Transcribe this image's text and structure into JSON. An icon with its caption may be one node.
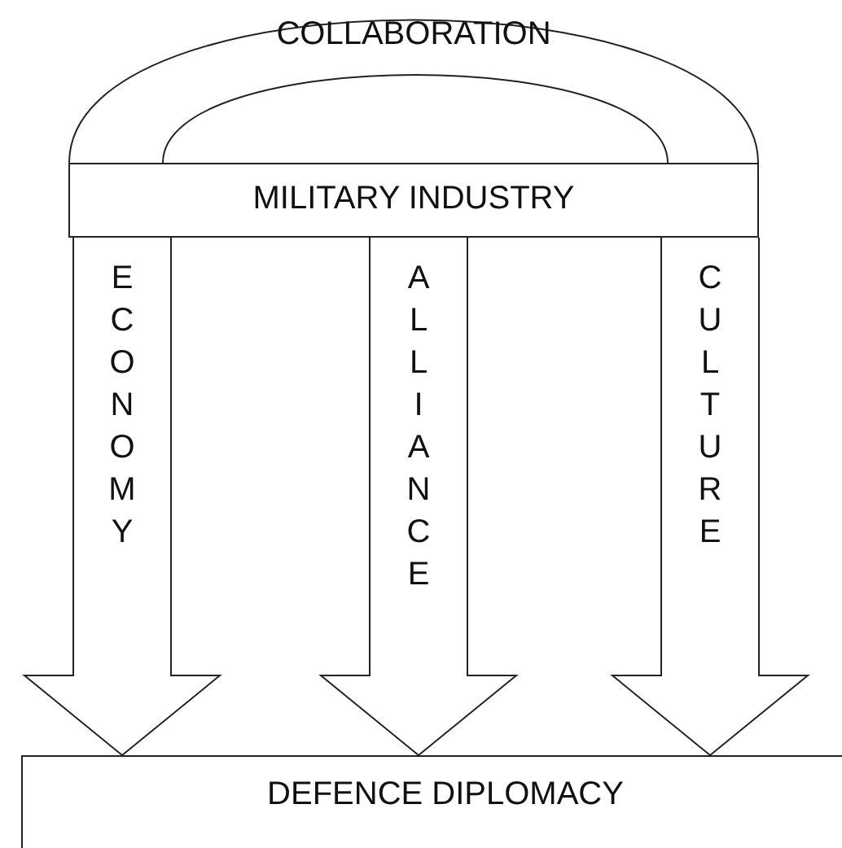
{
  "diagram": {
    "nodes": [
      {
        "text": [
          "COLLABORATION"
        ]
      },
      {
        "text": [
          "MILITARY INDUSTRY"
        ]
      },
      {
        "text": [
          "DEFENCE DIPLOMACY"
        ]
      }
    ],
    "edges": [
      {
        "from": 1,
        "to": 2,
        "arrow": "to",
        "label": "ECONOMY"
      },
      {
        "from": 1,
        "to": 2,
        "arrow": "to",
        "label": "ALLIANCE"
      },
      {
        "from": 1,
        "to": 2,
        "arrow": "to",
        "label": "CULTURE"
      }
    ]
  }
}
